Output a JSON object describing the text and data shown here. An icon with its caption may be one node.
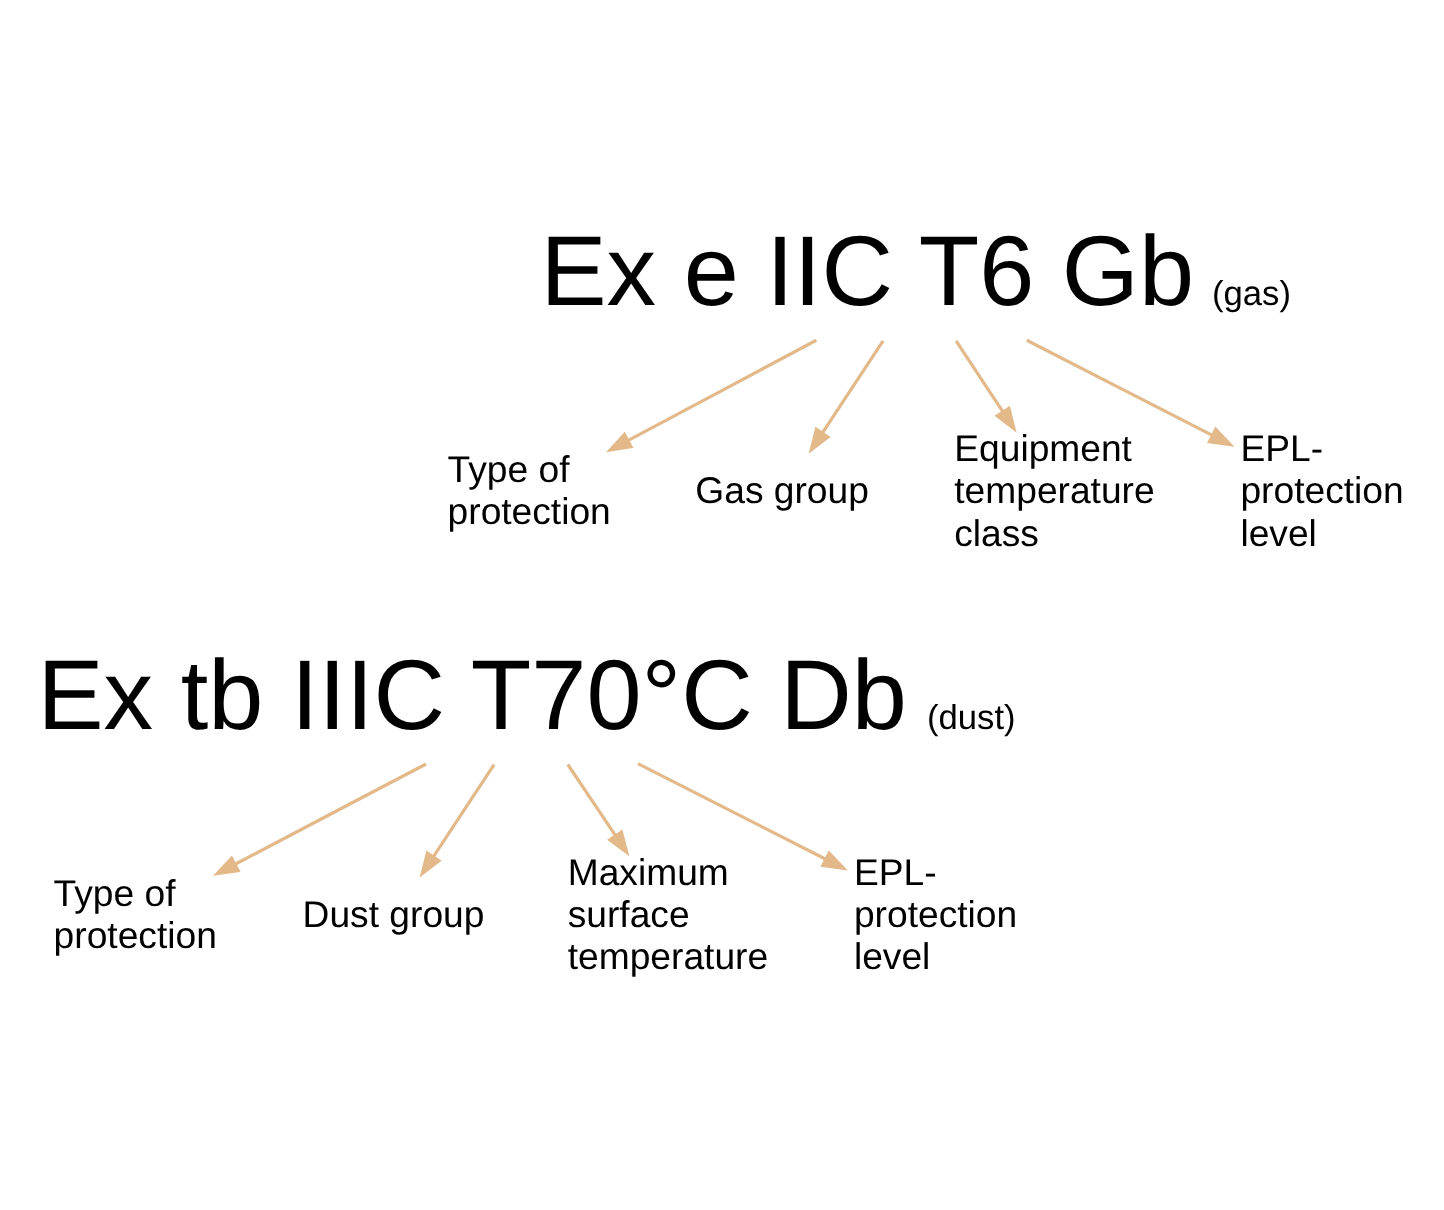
{
  "diagram": {
    "nodes": [
      {
        "text": [
          "Ex e IIC T6 Gb"
        ],
        "beside": [
          "(gas)"
        ]
      },
      {
        "text": [
          "Type of protection"
        ]
      },
      {
        "text": [
          "Gas group"
        ]
      },
      {
        "text": [
          "Equipment temperature class"
        ]
      },
      {
        "text": [
          "EPL-protection level"
        ]
      },
      {
        "text": [
          "Ex tb IIIC T70°C Db"
        ],
        "beside": [
          "(dust)"
        ]
      },
      {
        "text": [
          "Type of protection"
        ]
      },
      {
        "text": [
          "Dust group"
        ]
      },
      {
        "text": [
          "Maximum surface temperature"
        ]
      },
      {
        "text": [
          "EPL-protection level"
        ]
      }
    ],
    "edges": [
      {
        "from": 0,
        "to": 1,
        "arrow": "to"
      },
      {
        "from": 0,
        "to": 2,
        "arrow": "to"
      },
      {
        "from": 0,
        "to": 3,
        "arrow": "to"
      },
      {
        "from": 0,
        "to": 4,
        "arrow": "to"
      },
      {
        "from": 5,
        "to": 6,
        "arrow": "to"
      },
      {
        "from": 5,
        "to": 7,
        "arrow": "to"
      },
      {
        "from": 5,
        "to": 8,
        "arrow": "to"
      },
      {
        "from": 5,
        "to": 9,
        "arrow": "to"
      }
    ]
  }
}
